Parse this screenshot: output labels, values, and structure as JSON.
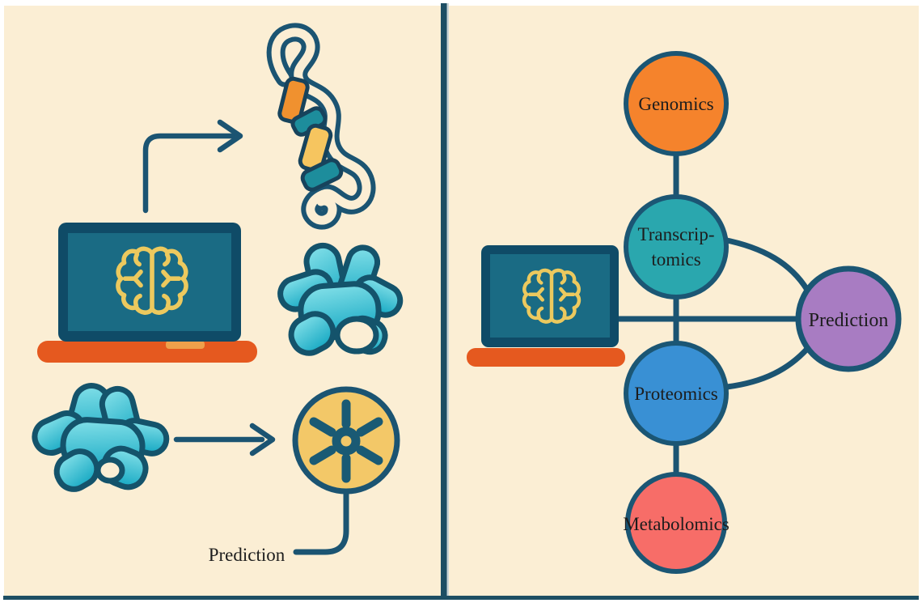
{
  "figure": {
    "description_left": "laptop with AI brain predicting protein structure",
    "description_right": "multi-omics network feeding a prediction node"
  },
  "colors": {
    "background_panel": "#fbeed4",
    "outline_dark": "#1b5472",
    "divider": "#1d4e63",
    "laptop_frame": "#0f4b67",
    "laptop_screen": "#1a6b84",
    "laptop_base_orange": "#e5591f",
    "laptop_notch": "#efa04b",
    "brain_yellow": "#ecc95e",
    "blob_teal": "#1fadc6",
    "ribbon_orange": "#f0912f",
    "ribbon_teal": "#1d8d9c",
    "ribbon_yellow": "#f6c55f",
    "badge_yellow": "#f3c868"
  },
  "icons": {
    "laptop": "laptop-icon",
    "brain": "brain-icon",
    "arrow": "arrow-right-icon",
    "protein_ribbon": "protein-ribbon-icon",
    "protein_blob": "protein-blob-icon",
    "neuron": "neuron-icon"
  },
  "left_panel": {
    "prediction_label": "Prediction"
  },
  "right_panel": {
    "nodes": [
      {
        "id": "genomics",
        "label": "Genomics",
        "color": "#f5832c"
      },
      {
        "id": "transcriptomics",
        "label": "Transcrip-\ntomics",
        "color": "#2aa7ae"
      },
      {
        "id": "proteomics",
        "label": "Proteomics",
        "color": "#3990d4"
      },
      {
        "id": "metabolomics",
        "label": "Metabolomics",
        "color": "#f76d68"
      },
      {
        "id": "prediction",
        "label": "Prediction",
        "color": "#a87cc2"
      }
    ],
    "edges": [
      "genomics-transcriptomics",
      "transcriptomics-proteomics",
      "proteomics-metabolomics",
      "laptop-prediction",
      "transcriptomics-prediction",
      "proteomics-prediction"
    ]
  }
}
